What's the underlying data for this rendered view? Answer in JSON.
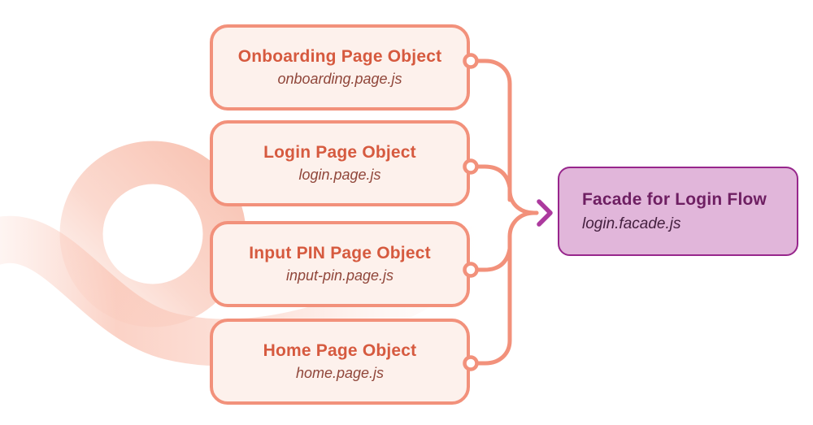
{
  "diagram": {
    "nodes": [
      {
        "title": "Onboarding Page Object",
        "file": "onboarding.page.js"
      },
      {
        "title": "Login Page Object",
        "file": "login.page.js"
      },
      {
        "title": "Input PIN Page Object",
        "file": "input-pin.page.js"
      },
      {
        "title": "Home Page Object",
        "file": "home.page.js"
      }
    ],
    "facade": {
      "title": "Facade for Login Flow",
      "file": "login.facade.js"
    },
    "icons": {
      "connector_dot": "hollow-circle",
      "merge_arrow": "chevron-right"
    },
    "colors": {
      "node_border": "#F2917B",
      "node_background": "#FDF1EC",
      "node_title": "#D65A3F",
      "node_file": "#90463A",
      "connector_line": "#F2917B",
      "arrow_chevron": "#AC3A9E",
      "facade_background": "#E1B6DA",
      "facade_border": "#97268C",
      "facade_title": "#6E1F62",
      "facade_file": "#44203F",
      "watermark_pink": "#FAC9BB"
    }
  }
}
